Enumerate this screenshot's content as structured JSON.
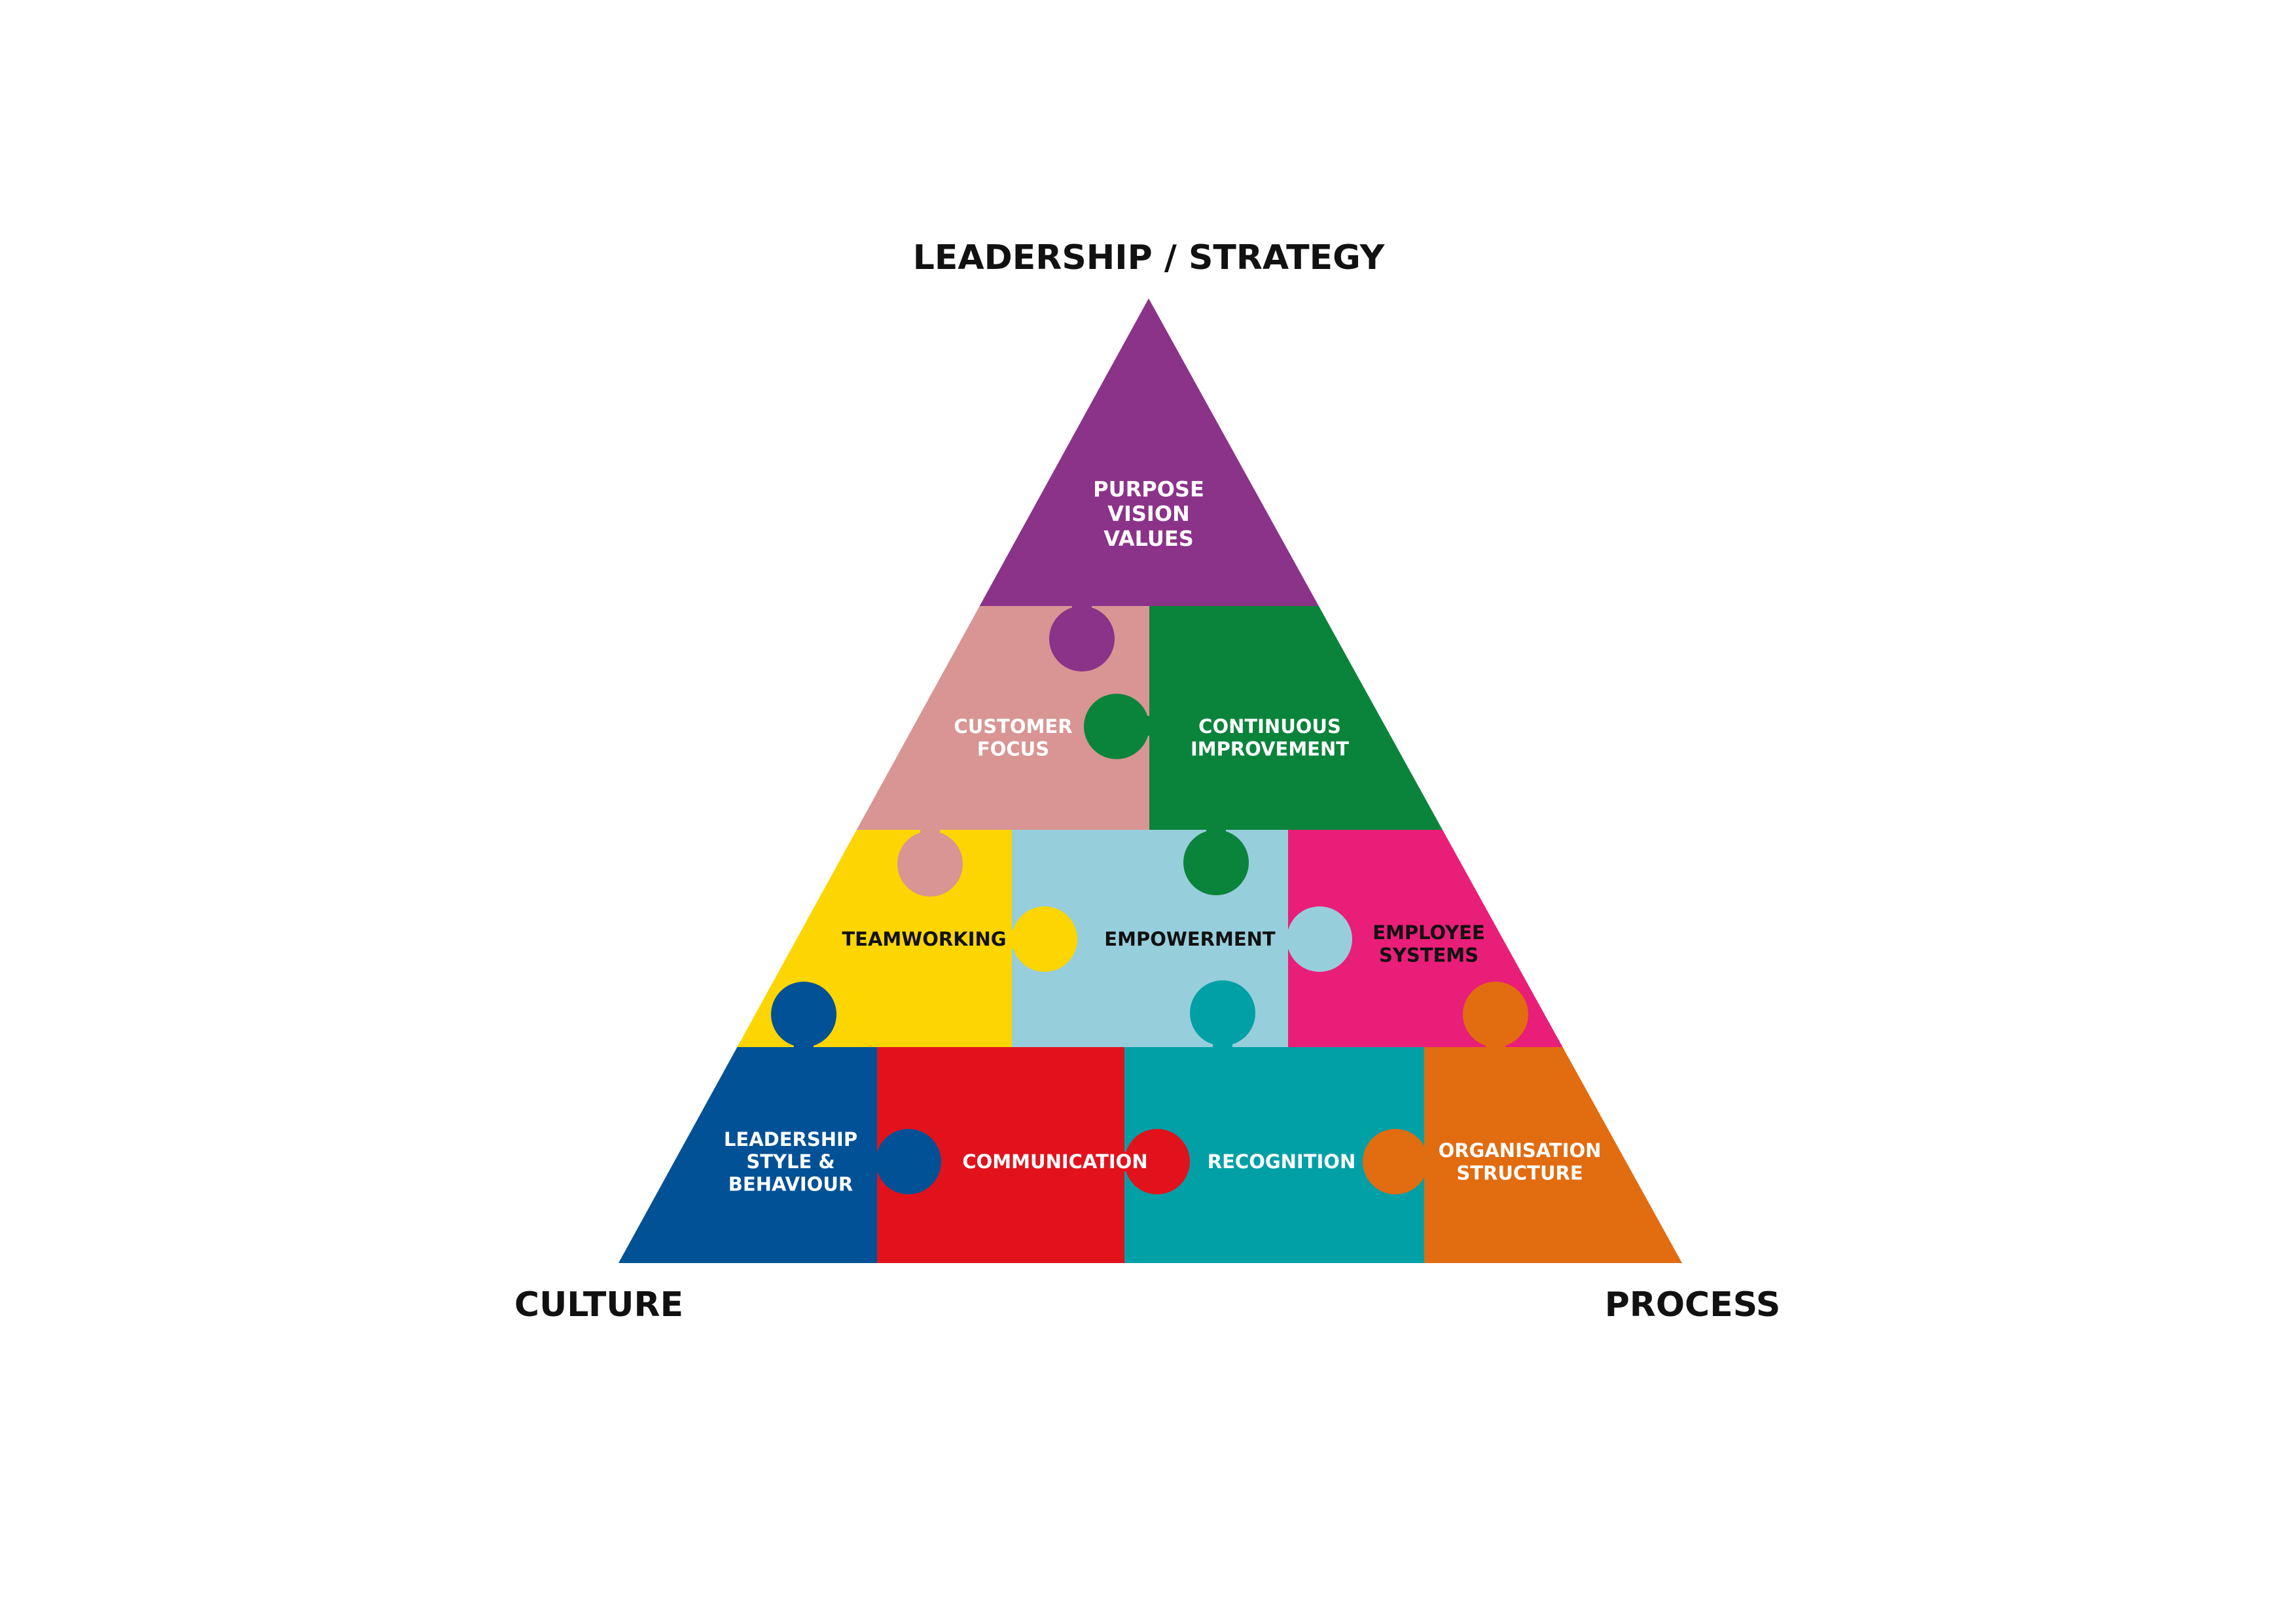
{
  "corners": {
    "top": "LEADERSHIP / STRATEGY",
    "left": "CULTURE",
    "right": "PROCESS"
  },
  "pieces": [
    {
      "id": "purpose",
      "lines": [
        "PURPOSE",
        "VISION",
        "VALUES"
      ],
      "color": "#8B3289",
      "text_color": "#ffffff"
    },
    {
      "id": "customer-focus",
      "lines": [
        "CUSTOMER",
        "FOCUS"
      ],
      "color": "#D89594",
      "text_color": "#ffffff"
    },
    {
      "id": "continuous-improvement",
      "lines": [
        "CONTINUOUS",
        "IMPROVEMENT"
      ],
      "color": "#0B843B",
      "text_color": "#ffffff"
    },
    {
      "id": "teamworking",
      "lines": [
        "TEAMWORKING"
      ],
      "color": "#FDD500",
      "text_color": "#111111"
    },
    {
      "id": "empowerment",
      "lines": [
        "EMPOWERMENT"
      ],
      "color": "#97CEDC",
      "text_color": "#111111"
    },
    {
      "id": "employee-systems",
      "lines": [
        "EMPLOYEE",
        "SYSTEMS"
      ],
      "color": "#E91E78",
      "text_color": "#111111"
    },
    {
      "id": "leadership-style",
      "lines": [
        "LEADERSHIP",
        "STYLE &",
        "BEHAVIOUR"
      ],
      "color": "#005196",
      "text_color": "#ffffff"
    },
    {
      "id": "communication",
      "lines": [
        "COMMUNICATION"
      ],
      "color": "#E2121D",
      "text_color": "#ffffff"
    },
    {
      "id": "recognition",
      "lines": [
        "RECOGNITION"
      ],
      "color": "#01A0A6",
      "text_color": "#ffffff"
    },
    {
      "id": "organisation-structure",
      "lines": [
        "ORGANISATION",
        "STRUCTURE"
      ],
      "color": "#E26C10",
      "text_color": "#ffffff"
    }
  ]
}
